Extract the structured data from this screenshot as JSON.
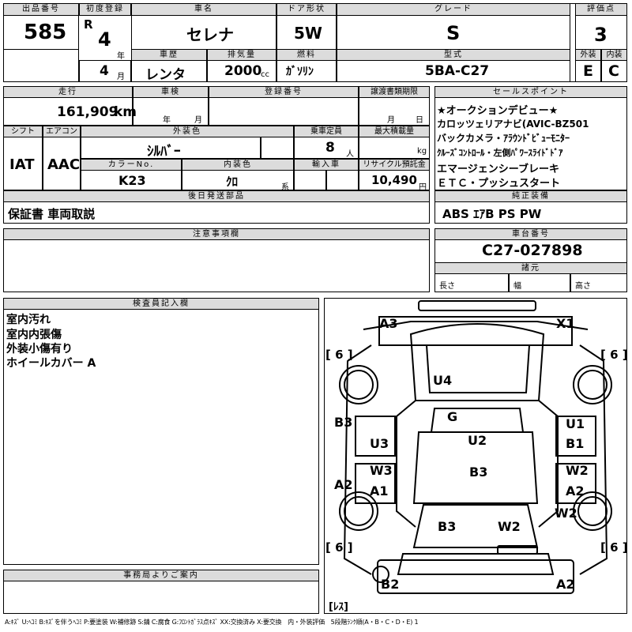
{
  "lot": {
    "label": "出品番号",
    "value": "585"
  },
  "first_reg": {
    "label": "初度登録",
    "era": "R",
    "year": "4",
    "year_unit": "年",
    "month": "4",
    "month_unit": "月"
  },
  "car_name": {
    "label": "車名",
    "value": "セレナ"
  },
  "doors": {
    "label": "ドア形状",
    "value": "5W"
  },
  "grade": {
    "label": "グレード",
    "value": "S"
  },
  "score": {
    "label": "評価点",
    "value": "3",
    "ext_label": "外装",
    "int_label": "内装",
    "ext": "E",
    "int": "C"
  },
  "history": {
    "label": "車歴",
    "value": "レンタ"
  },
  "displacement": {
    "label": "排気量",
    "value": "2000",
    "unit": "cc"
  },
  "fuel": {
    "label": "燃料",
    "value": "ｶﾞｿﾘﾝ"
  },
  "model_code": {
    "label": "型式",
    "value": "5BA-C27"
  },
  "mileage": {
    "label": "走行",
    "value": "161,909",
    "unit": "km"
  },
  "inspection": {
    "label": "車検",
    "year_unit": "年",
    "month_unit": "月"
  },
  "registration": {
    "label": "登録番号"
  },
  "transfer_deadline": {
    "label": "譲渡書類期限",
    "month_unit": "月",
    "day_unit": "日"
  },
  "sales_points": {
    "label": "セールスポイント",
    "lines": [
      "★オークションデビュー★",
      "カロッツェリアナビ(AVIC-BZ501",
      "バックカメラ・ｱﾗｳﾝﾄﾞﾋﾞｭｰﾓﾆﾀｰ",
      "ｸﾙｰｽﾞｺﾝﾄﾛｰﾙ・左側ﾊﾟﾜｰｽﾗｲﾄﾞﾄﾞｱ",
      "エマージェンシーブレーキ",
      "ＥＴＣ・プッシュスタート"
    ]
  },
  "shift": {
    "label": "シフト",
    "value": "IAT"
  },
  "aircon": {
    "label": "エアコン",
    "value": "AAC"
  },
  "exterior_color": {
    "label": "外装色",
    "value": "ｼﾙﾊﾞｰ"
  },
  "capacity": {
    "label": "乗車定員",
    "value": "8",
    "unit": "人"
  },
  "max_load": {
    "label": "最大積載量",
    "unit": "kg"
  },
  "color_no": {
    "label": "カラーNo.",
    "value": "K23"
  },
  "interior_color": {
    "label": "内装色",
    "value": "ｸﾛ",
    "unit": "系"
  },
  "import": {
    "label": "輸入車"
  },
  "recycle": {
    "label": "リサイクル預託金",
    "value": "10,490",
    "unit": "円"
  },
  "later_items": {
    "label": "後日発送部品",
    "value": "保証書 車両取説"
  },
  "standard_equipment": {
    "label": "純正装備",
    "value": "ABS ｴｱB PS PW"
  },
  "notes": {
    "label": "注意事項欄"
  },
  "chassis": {
    "label": "車台番号",
    "value": "C27-027898"
  },
  "specs": {
    "label": "諸元",
    "length": "長さ",
    "width": "幅",
    "height": "高さ"
  },
  "inspector": {
    "label": "検査員記入欄",
    "lines": [
      "室内汚れ",
      "室内内張傷",
      "外装小傷有り",
      "ホイールカバー A"
    ]
  },
  "office": {
    "label": "事務局よりご案内"
  },
  "legend": "A:ｷｽﾞ U:ﾍｺﾐ B:ｷｽﾞを伴うﾍｺﾐ P:要塗装 W:補修跡 S:錆 C:腐食 G:ﾌﾛﾝﾄｶﾞﾗｽ点ｷｽﾞ XX:交換済み X:要交換　内・外装評価　5段階ﾗﾝｸ順(A・B・C・D・E) 1",
  "diagram": {
    "tire_marks": [
      "[ 6 ]",
      "[ 6 ]",
      "[ 6 ]",
      "[ 6 ]",
      "[ﾚｽ]"
    ],
    "marks": [
      "A3",
      "X1",
      "U4",
      "G",
      "B3",
      "U3",
      "U2",
      "U1",
      "B1",
      "W3",
      "A1",
      "B3",
      "W2",
      "A2",
      "A2",
      "W2",
      "B3",
      "W2",
      "B2",
      "A2"
    ]
  }
}
